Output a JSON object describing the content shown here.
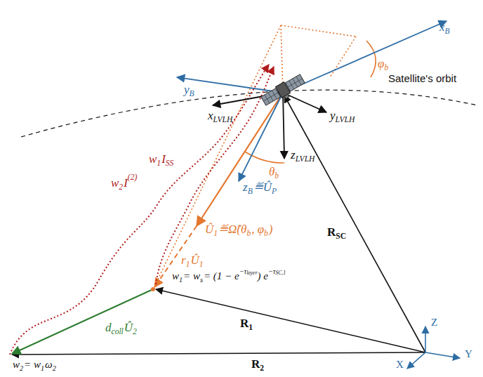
{
  "diagram": {
    "labels": [
      "x",
      "B",
      "y",
      "B",
      "φ",
      "b",
      "Satellite's orbit",
      "x",
      "LVLH",
      "y",
      "LVLH",
      "z",
      "LVLH",
      "θ",
      "b",
      "z",
      "B",
      " ≝ ",
      "Û",
      "P",
      "Û",
      "1",
      " ≝ ",
      "Ω̂(θ",
      "b",
      ", φ",
      "b",
      ")",
      "w",
      "2",
      "I",
      "(2)",
      "w",
      "1",
      "I",
      "SS",
      "r",
      "1",
      "Û",
      "1",
      "w",
      "1",
      " = w",
      "s",
      " = (1 − e",
      "−τ",
      "layer",
      ") e",
      "−τ",
      "SC,1",
      "R",
      "SC",
      "R",
      "1",
      "R",
      "2",
      "d",
      "coll",
      " Û",
      "2",
      "w",
      "2",
      " = w",
      "1",
      "ω",
      "2",
      "Z",
      "Y",
      "X"
    ]
  }
}
